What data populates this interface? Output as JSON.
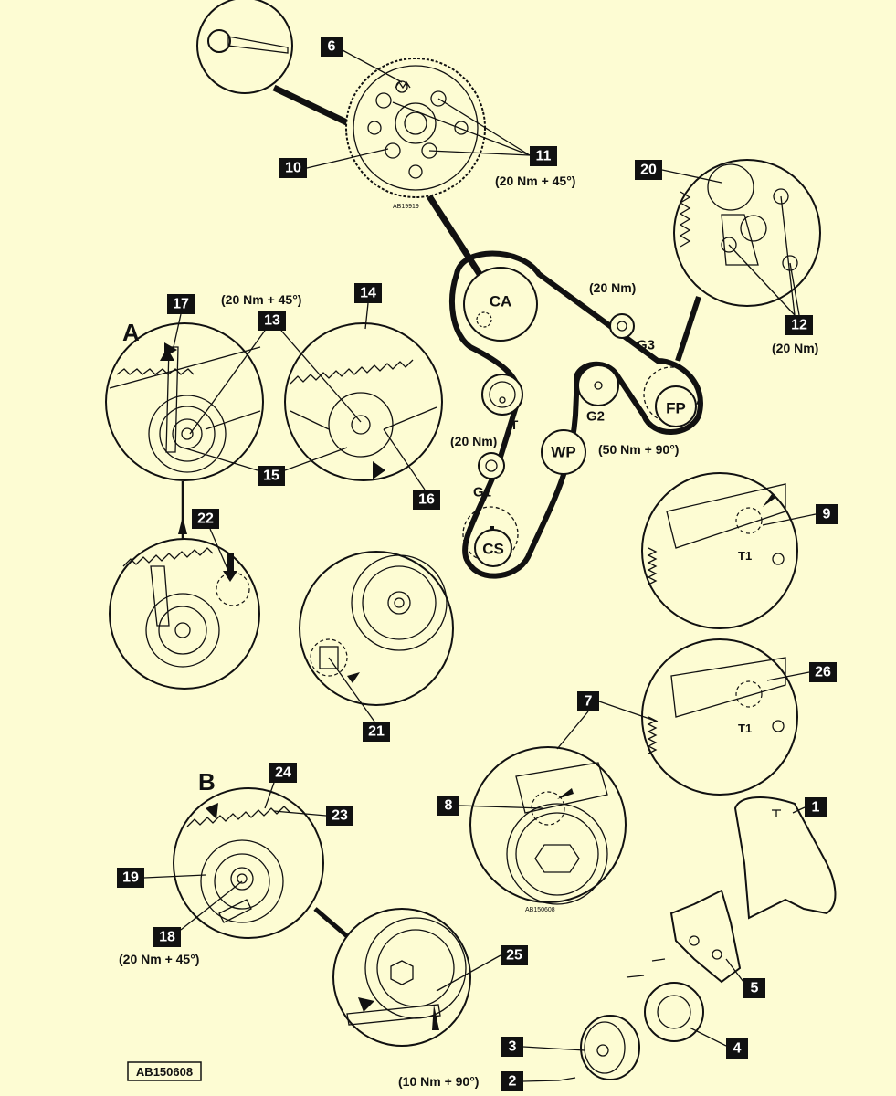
{
  "labels": {
    "n1": "1",
    "n2": "2",
    "n3": "3",
    "n4": "4",
    "n5": "5",
    "n6": "6",
    "n7": "7",
    "n8": "8",
    "n9": "9",
    "n10": "10",
    "n11": "11",
    "n12": "12",
    "n13": "13",
    "n14": "14",
    "n15": "15",
    "n16": "16",
    "n17": "17",
    "n18": "18",
    "n19": "19",
    "n20": "20",
    "n21": "21",
    "n22": "22",
    "n23": "23",
    "n24": "24",
    "n25": "25",
    "n26": "26"
  },
  "sections": {
    "A": "A",
    "B": "B"
  },
  "pulleys": {
    "CA": "CA",
    "CS": "CS",
    "FP": "FP",
    "WP": "WP",
    "T": "T",
    "G1": "G1",
    "G2": "G2",
    "G3": "G3"
  },
  "tension_marks": {
    "t1_upper": "T1",
    "t1_lower": "T1"
  },
  "torques": {
    "bolts_11": "(20 Nm + 45°)",
    "bolts_12": "(20 Nm)",
    "bolt_13": "(20 Nm + 45°)",
    "g3": "(20 Nm)",
    "g1": "(20 Nm)",
    "g2": "(50 Nm + 90°)",
    "bolt_18": "(20 Nm + 45°)",
    "bolt_2": "(10 Nm + 90°)"
  },
  "refs": {
    "sprocket_ref": "AB19919",
    "crank_ref": "AB150608",
    "figure_ref": "AB150608"
  }
}
